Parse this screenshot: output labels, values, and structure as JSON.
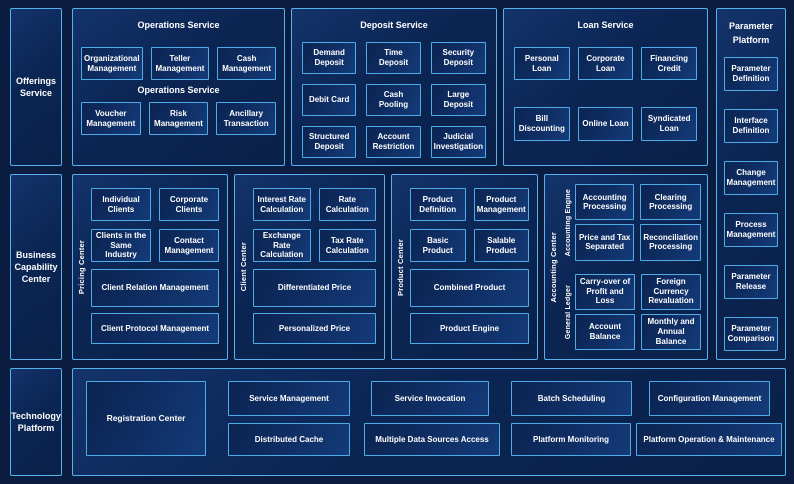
{
  "colors": {
    "background": "#0a1c3f",
    "panel_border": "#56b1ee",
    "box_border": "#4face9",
    "box_fill_dark": "#0b2451",
    "box_fill_light": "#143b78",
    "text": "#ffffff"
  },
  "left_rail": {
    "offerings": "Offerings Service",
    "business": "Business Capability Center",
    "technology": "Technology Platform"
  },
  "operations": {
    "title": "Operations Service",
    "subtitle": "Operations Service",
    "row1": [
      "Organizational Management",
      "Teller Management",
      "Cash Management"
    ],
    "row2": [
      "Voucher Management",
      "Risk Management",
      "Ancillary Transaction"
    ]
  },
  "deposit": {
    "title": "Deposit Service",
    "items": [
      "Demand Deposit",
      "Time Deposit",
      "Security Deposit",
      "Debit Card",
      "Cash Pooling",
      "Large Deposit",
      "Structured Deposit",
      "Account Restriction",
      "Judicial Investigation"
    ]
  },
  "loan": {
    "title": "Loan Service",
    "row1": [
      "Personal Loan",
      "Corporate Loan",
      "Financing Credit"
    ],
    "row2": [
      "Bill Discounting",
      "Online Loan",
      "Syndicated Loan"
    ]
  },
  "parameter_platform": {
    "title": "Parameter Platform",
    "items": [
      "Parameter Definition",
      "Interface Definition",
      "Change Management",
      "Process Management",
      "Parameter Release",
      "Parameter Comparison"
    ]
  },
  "pricing_center": {
    "label": "Pricing Center",
    "grid": [
      "Individual Clients",
      "Corporate Clients",
      "Clients in the Same Industry",
      "Contact Management"
    ],
    "wide1": "Client Relation Management",
    "wide2": "Client Protocol Management"
  },
  "client_center": {
    "label": "Client Center",
    "grid": [
      "Interest Rate Calculation",
      "Rate Calculation",
      "Exchange Rate Calculation",
      "Tax Rate Calculation"
    ],
    "wide1": "Differentiated Price",
    "wide2": "Personalized Price"
  },
  "product_center": {
    "label": "Product Center",
    "grid": [
      "Product Definition",
      "Product Management",
      "Basic Product",
      "Salable Product"
    ],
    "wide1": "Combined Product",
    "wide2": "Product Engine"
  },
  "accounting_center": {
    "label": "Accounting Center",
    "engine_label": "Accounting Engine",
    "ledger_label": "General Ledger",
    "engine_items": [
      "Accounting Processing",
      "Clearing Processing",
      "Price and Tax Separated",
      "Reconciliation Processing"
    ],
    "ledger_items": [
      "Carry-over of Profit and Loss",
      "Foreign Currency Revaluation",
      "Account Balance",
      "Monthly and Annual Balance"
    ]
  },
  "technology": {
    "registration": "Registration Center",
    "service_management": "Service Management",
    "distributed_cache": "Distributed Cache",
    "service_invocation": "Service Invocation",
    "multiple_data_sources": "Multiple Data Sources Access",
    "batch_scheduling": "Batch Scheduling",
    "platform_monitoring": "Platform Monitoring",
    "configuration_management": "Configuration Management",
    "platform_operation": "Platform Operation & Maintenance"
  }
}
